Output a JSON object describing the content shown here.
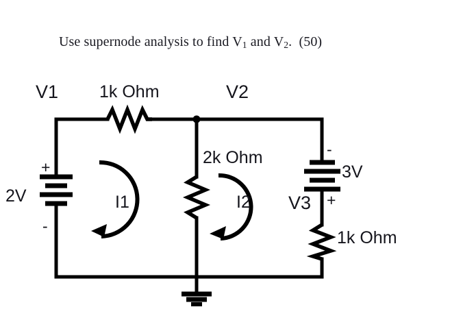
{
  "title": {
    "prefix": "Use supernode analysis to find V",
    "sub1": "1",
    "mid": " and V",
    "sub2": "2",
    "suffix": ".  (50)",
    "plain": "Use supernode analysis to find V1 and V2.  (50)"
  },
  "circuit": {
    "nodes": {
      "v1_label": "V1",
      "v2_label": "V2",
      "v3_label": "V3"
    },
    "components": [
      {
        "id": "r-top",
        "name": "resistor-1k-top",
        "type": "resistor",
        "label": "1k Ohm",
        "orientation": "horizontal"
      },
      {
        "id": "r-mid",
        "name": "resistor-2k-middle",
        "type": "resistor",
        "label": "2k Ohm",
        "orientation": "vertical"
      },
      {
        "id": "r-right",
        "name": "resistor-1k-right",
        "type": "resistor",
        "label": "1k Ohm",
        "orientation": "vertical"
      },
      {
        "id": "v-left",
        "name": "voltage-source-2v",
        "type": "battery",
        "label": "2V",
        "plus_at": "top",
        "minus_at": "bottom"
      },
      {
        "id": "v-right",
        "name": "voltage-source-3v",
        "type": "battery",
        "label": "3V",
        "plus_at": "bottom",
        "minus_at": "top"
      },
      {
        "id": "gnd",
        "name": "ground-symbol",
        "type": "ground",
        "label": ""
      }
    ],
    "labels": {
      "r_top": "1k Ohm",
      "r_mid": "2k Ohm",
      "r_right": "1k Ohm",
      "src_left": "2V",
      "src_right": "3V",
      "loop1": "I1",
      "loop2": "I2",
      "plus": "+",
      "minus": "-"
    },
    "loops": [
      {
        "id": "i1",
        "name": "mesh-current-i1",
        "label": "I1",
        "direction": "counterclockwise"
      },
      {
        "id": "i2",
        "name": "mesh-current-i2",
        "label": "I2",
        "direction": "counterclockwise"
      }
    ],
    "colors": {
      "wire": "#000000",
      "text": "#15151c",
      "background": "#ffffff"
    }
  }
}
